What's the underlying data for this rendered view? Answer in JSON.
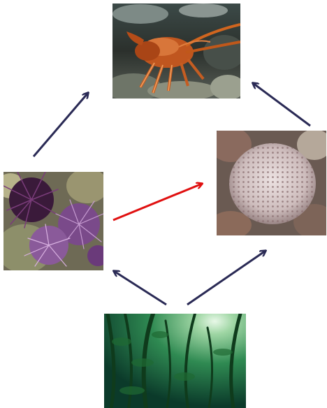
{
  "diagram": {
    "type": "food-web",
    "nodes": [
      {
        "id": "lobster",
        "icon": "spiny-lobster-photo"
      },
      {
        "id": "urchins",
        "icon": "purple-sea-urchins-photo"
      },
      {
        "id": "whiteurchin",
        "icon": "white-sea-urchin-photo"
      },
      {
        "id": "kelp",
        "icon": "kelp-forest-photo"
      }
    ],
    "edges": [
      {
        "from": "urchins",
        "to": "lobster",
        "color": "#2a2a55"
      },
      {
        "from": "whiteurchin",
        "to": "lobster",
        "color": "#2a2a55"
      },
      {
        "from": "urchins",
        "to": "whiteurchin",
        "color": "#e01010"
      },
      {
        "from": "kelp",
        "to": "urchins",
        "color": "#2a2a55"
      },
      {
        "from": "kelp",
        "to": "whiteurchin",
        "color": "#2a2a55"
      }
    ]
  }
}
